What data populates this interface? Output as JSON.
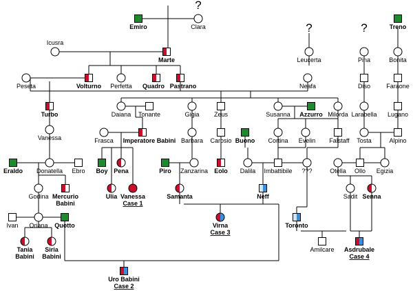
{
  "colors": {
    "affected_green": "#1e8a2e",
    "red": "#c8102e",
    "blue": "#3a8fd8",
    "light_blue": "#cfe6f8",
    "line": "#000000"
  },
  "unknown_mark": "?",
  "individuals": [
    {
      "id": "emiro",
      "name": "Emiro",
      "sex": "male",
      "fill": "green"
    },
    {
      "id": "clara",
      "name": "Clara",
      "sex": "female",
      "fill": "none"
    },
    {
      "id": "icusra",
      "name": "Icusra",
      "sex": "female",
      "fill": "none"
    },
    {
      "id": "marte",
      "name": "Marte",
      "sex": "male",
      "fill": "half-red"
    },
    {
      "id": "leucerta",
      "name": "Leucerta",
      "sex": "female",
      "fill": "none"
    },
    {
      "id": "treno",
      "name": "Treno",
      "sex": "male",
      "fill": "green"
    },
    {
      "id": "pina",
      "name": "Pina",
      "sex": "female",
      "fill": "none"
    },
    {
      "id": "bonita",
      "name": "Bonita",
      "sex": "female",
      "fill": "none"
    },
    {
      "id": "peseta",
      "name": "Peseta",
      "sex": "female",
      "fill": "none"
    },
    {
      "id": "volturno",
      "name": "Volturno",
      "sex": "male",
      "fill": "half-red"
    },
    {
      "id": "perfetta",
      "name": "Perfetta",
      "sex": "female",
      "fill": "none"
    },
    {
      "id": "quadro",
      "name": "Quadro",
      "sex": "male",
      "fill": "half-red"
    },
    {
      "id": "pastrano",
      "name": "Pastrano",
      "sex": "male",
      "fill": "half-red"
    },
    {
      "id": "neafa",
      "name": "Neafa",
      "sex": "female",
      "fill": "none"
    },
    {
      "id": "diso",
      "name": "Diso",
      "sex": "male",
      "fill": "none"
    },
    {
      "id": "faraone",
      "name": "Faraone",
      "sex": "male",
      "fill": "none"
    },
    {
      "id": "turbo",
      "name": "Turbo",
      "sex": "male",
      "fill": "half-red"
    },
    {
      "id": "daiana",
      "name": "Daiana",
      "sex": "female",
      "fill": "none"
    },
    {
      "id": "tonante",
      "name": "Tonante",
      "sex": "male",
      "fill": "none"
    },
    {
      "id": "gigia",
      "name": "Gigia",
      "sex": "female",
      "fill": "none"
    },
    {
      "id": "zeus",
      "name": "Zeus",
      "sex": "male",
      "fill": "none"
    },
    {
      "id": "susanna",
      "name": "Susanna",
      "sex": "female",
      "fill": "none"
    },
    {
      "id": "azzurro",
      "name": "Azzurro",
      "sex": "male",
      "fill": "green"
    },
    {
      "id": "milorda",
      "name": "Milorda",
      "sex": "female",
      "fill": "none"
    },
    {
      "id": "larabella",
      "name": "Larabella",
      "sex": "female",
      "fill": "none"
    },
    {
      "id": "lugano",
      "name": "Lugano",
      "sex": "male",
      "fill": "none"
    },
    {
      "id": "vanessa_gm",
      "name": "Vanessa",
      "sex": "female",
      "fill": "none"
    },
    {
      "id": "frasca",
      "name": "Frasca",
      "sex": "female",
      "fill": "none"
    },
    {
      "id": "imperatore",
      "name": "Imperatore Babini",
      "sex": "male",
      "fill": "half-red"
    },
    {
      "id": "barbara",
      "name": "Barbara",
      "sex": "female",
      "fill": "none"
    },
    {
      "id": "carosio",
      "name": "Carosio",
      "sex": "male",
      "fill": "none"
    },
    {
      "id": "buono",
      "name": "Buono",
      "sex": "male",
      "fill": "green"
    },
    {
      "id": "cortina",
      "name": "Cortina",
      "sex": "female",
      "fill": "none"
    },
    {
      "id": "evelin",
      "name": "Evelin",
      "sex": "female",
      "fill": "none"
    },
    {
      "id": "falstaff",
      "name": "Falstaff",
      "sex": "male",
      "fill": "none"
    },
    {
      "id": "tosta",
      "name": "Tosta",
      "sex": "female",
      "fill": "none"
    },
    {
      "id": "alpino",
      "name": "Alpino",
      "sex": "male",
      "fill": "none"
    },
    {
      "id": "eraldo",
      "name": "Eraldo",
      "sex": "male",
      "fill": "green"
    },
    {
      "id": "donatella",
      "name": "Donatella",
      "sex": "female",
      "fill": "none"
    },
    {
      "id": "ebro",
      "name": "Ebro",
      "sex": "male",
      "fill": "none"
    },
    {
      "id": "boy",
      "name": "Boy",
      "sex": "male",
      "fill": "green"
    },
    {
      "id": "pena",
      "name": "Pena",
      "sex": "female",
      "fill": "half-red"
    },
    {
      "id": "piro",
      "name": "Piro",
      "sex": "male",
      "fill": "green"
    },
    {
      "id": "zanzarina",
      "name": "Zanzarina",
      "sex": "female",
      "fill": "none"
    },
    {
      "id": "eolo",
      "name": "Eolo",
      "sex": "male",
      "fill": "half-red"
    },
    {
      "id": "dalila",
      "name": "Dalila",
      "sex": "female",
      "fill": "none"
    },
    {
      "id": "imbattibile",
      "name": "Imbattibile",
      "sex": "male",
      "fill": "none"
    },
    {
      "id": "unknown",
      "name": "???",
      "sex": "female",
      "fill": "none"
    },
    {
      "id": "otella",
      "name": "Otella",
      "sex": "female",
      "fill": "none"
    },
    {
      "id": "ollo",
      "name": "Ollo",
      "sex": "male",
      "fill": "none"
    },
    {
      "id": "egizia",
      "name": "Egizia",
      "sex": "female",
      "fill": "none"
    },
    {
      "id": "godina",
      "name": "Godina",
      "sex": "female",
      "fill": "none"
    },
    {
      "id": "mercurio",
      "name": "Mercurio Babini",
      "sex": "male",
      "fill": "half-red"
    },
    {
      "id": "ulia",
      "name": "Ulia",
      "sex": "female",
      "fill": "half-red"
    },
    {
      "id": "vanessa_case",
      "name": "Vanessa",
      "case": "Case 1",
      "sex": "female",
      "fill": "full-red"
    },
    {
      "id": "samanta",
      "name": "Samanta",
      "sex": "female",
      "fill": "half-red"
    },
    {
      "id": "neff",
      "name": "Neff",
      "sex": "male",
      "fill": "half-blue"
    },
    {
      "id": "sadit",
      "name": "Sadit",
      "sex": "female",
      "fill": "none"
    },
    {
      "id": "senna",
      "name": "Senna",
      "sex": "female",
      "fill": "half-red"
    },
    {
      "id": "ivan",
      "name": "Ivan",
      "sex": "male",
      "fill": "none"
    },
    {
      "id": "oriana",
      "name": "Oriana",
      "sex": "female",
      "fill": "none"
    },
    {
      "id": "quotto",
      "name": "Quotto",
      "sex": "male",
      "fill": "green"
    },
    {
      "id": "virna",
      "name": "Virna",
      "case": "Case 3",
      "sex": "female",
      "fill": "red-blue"
    },
    {
      "id": "toronto",
      "name": "Toronto",
      "sex": "male",
      "fill": "half-blue"
    },
    {
      "id": "tania",
      "name": "Tania Babini",
      "sex": "female",
      "fill": "half-red"
    },
    {
      "id": "siria",
      "name": "Siria Babini",
      "sex": "female",
      "fill": "half-red"
    },
    {
      "id": "amilcare",
      "name": "Amilcare",
      "sex": "male",
      "fill": "none"
    },
    {
      "id": "asdrubale",
      "name": "Asdrubale",
      "case": "Case 4",
      "sex": "male",
      "fill": "red-blue"
    },
    {
      "id": "uro",
      "name": "Uro Babini",
      "case": "Case 2",
      "sex": "male",
      "fill": "red-blue"
    }
  ]
}
